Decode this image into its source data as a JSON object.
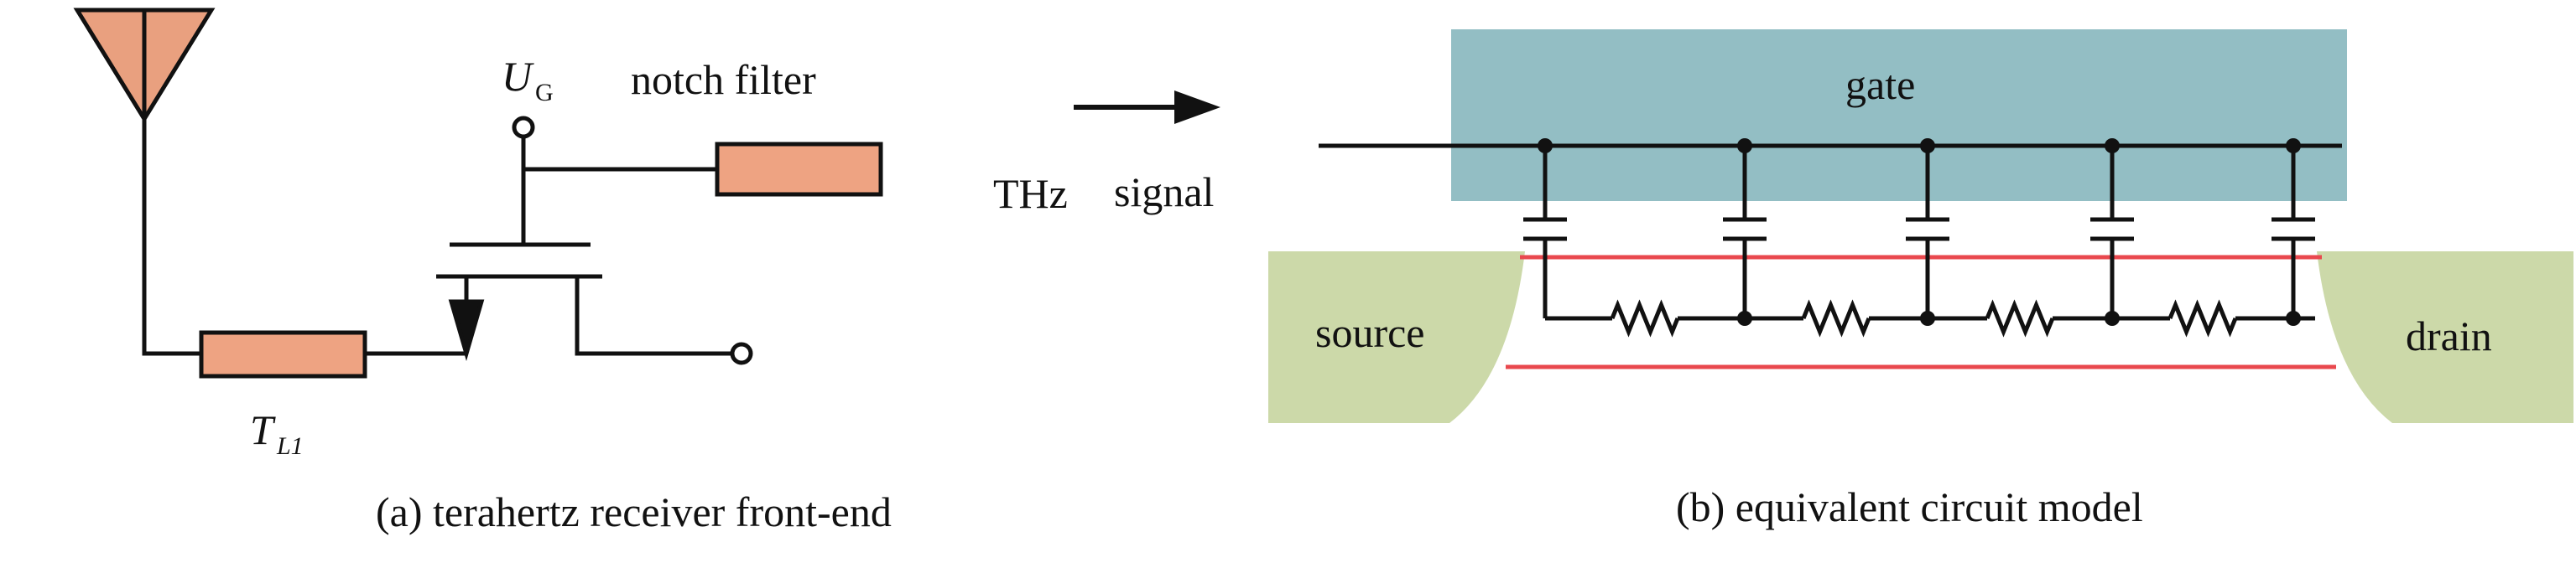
{
  "panel_a": {
    "gate_voltage": {
      "main": "U",
      "sub": "G"
    },
    "notch_filter": "notch filter",
    "transmission_line": {
      "main": "T",
      "sub": "L1"
    },
    "caption": "(a) terahertz receiver front-end"
  },
  "arrow": {
    "left": "THz",
    "right": "signal"
  },
  "panel_b": {
    "gate": "gate",
    "source": "source",
    "drain": "drain",
    "caption": "(b) equivalent circuit model",
    "section_count": 5
  },
  "colors": {
    "antenna": "#e9a07f",
    "resistor_block": "#eea382",
    "gate": "#93bec4",
    "source_drain": "#ccd9a9",
    "channel_line": "#e9484e",
    "wire": "#111111"
  }
}
